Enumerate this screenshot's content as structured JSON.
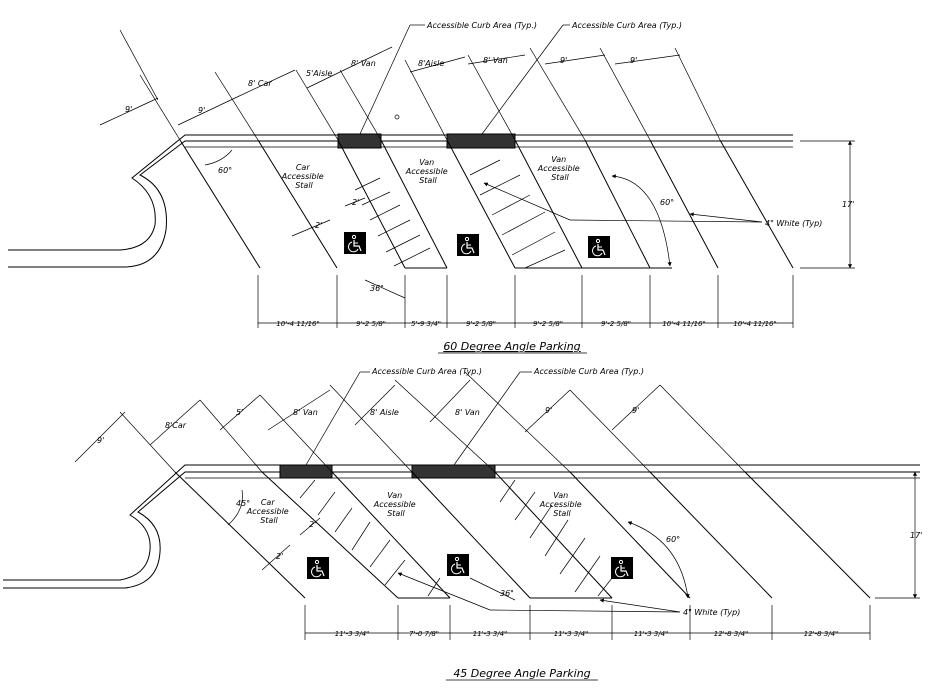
{
  "diagram_60": {
    "title": "60 Degree Angle Parking",
    "callout_curb_1": "Accessible Curb Area (Typ.)",
    "callout_curb_2": "Accessible Curb Area (Typ.)",
    "top_9_a": "9'",
    "top_9_b": "9'",
    "top_8_car": "8' Car",
    "top_5_aisle": "5'Aisle",
    "top_8_van_a": "8' Van",
    "top_8_aisle": "8'Aisle",
    "top_8_van_b": "8' Van",
    "top_9_c": "9'",
    "top_9_d": "9'",
    "angle_left": "60°",
    "angle_right": "60°",
    "depth": "17'",
    "stall_car": [
      "Car",
      "Accessible",
      "Stall"
    ],
    "stall_van_1": [
      "Van",
      "Accessible",
      "Stall"
    ],
    "stall_van_2": [
      "Van",
      "Accessible",
      "Stall"
    ],
    "dim_2_a": "2'",
    "dim_2_b": "2'",
    "dim_36": "36\"",
    "stripe": "4\" White (Typ)",
    "bottom_dims": [
      "10'-4 11/16\"",
      "9'-2 5/8\"",
      "5'-9 3/4\"",
      "9'-2 5/8\"",
      "9'-2 5/8\"",
      "9'-2 5/8\"",
      "10'-4 11/16\"",
      "10'-4 11/16\""
    ]
  },
  "diagram_45": {
    "title": "45 Degree Angle Parking",
    "callout_curb_1": "Accessible Curb Area (Typ.)",
    "callout_curb_2": "Accessible Curb Area (Typ.)",
    "top_9_a": "9'",
    "top_8_car": "8'Car",
    "top_5": "5'",
    "top_8_van_a": "8' Van",
    "top_8_aisle": "8' Aisle",
    "top_8_van_b": "8' Van",
    "top_9_b": "9'",
    "top_9_c": "9'",
    "angle_left": "45°",
    "angle_right": "60°",
    "depth": "17'",
    "stall_car": [
      "Car",
      "Accessible",
      "Stall"
    ],
    "stall_van_1": [
      "Van",
      "Accessible",
      "Stall"
    ],
    "stall_van_2": [
      "Van",
      "Accessible",
      "Stall"
    ],
    "dim_2_a": "2'",
    "dim_2_b": "2'",
    "dim_36": "36\"",
    "stripe": "4\" White (Typ)",
    "bottom_dims": [
      "11'-3 3/4\"",
      "7'-0 7/8\"",
      "11'-3 3/4\"",
      "11'-3 3/4\"",
      "11'-3 3/4\"",
      "12'-8 3/4\"",
      "12'-8 3/4\""
    ]
  }
}
